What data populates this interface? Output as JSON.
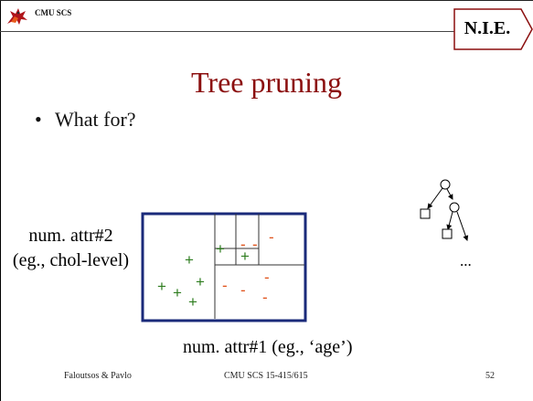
{
  "header": {
    "org": "CMU SCS",
    "badge": "N.I.E."
  },
  "slide": {
    "title": "Tree pruning",
    "bullet_marker": "•",
    "bullet": "What for?"
  },
  "diagram": {
    "ylabel_line1": "num. attr#2",
    "ylabel_line2": "(eg., chol-level)",
    "xlabel": "num. attr#1 (eg., ‘age’)",
    "plus_symbol": "+",
    "minus_symbol": "-",
    "plus_color": "#2e7d1f",
    "minus_color": "#e0521a",
    "tree_ellipsis": "..."
  },
  "footer": {
    "left": "Faloutsos & Pavlo",
    "center": "CMU SCS 15-415/615",
    "page": "52"
  }
}
